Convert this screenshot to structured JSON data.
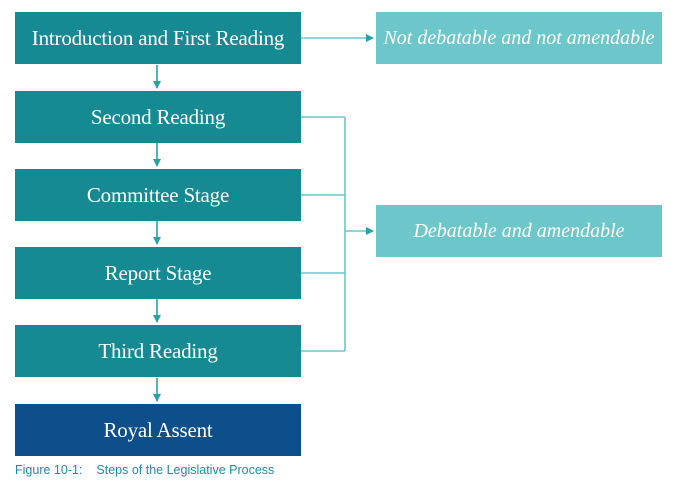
{
  "diagram": {
    "stages": [
      {
        "label": "Introduction and First Reading"
      },
      {
        "label": "Second Reading"
      },
      {
        "label": "Committee Stage"
      },
      {
        "label": "Report Stage"
      },
      {
        "label": "Third Reading"
      },
      {
        "label": "Royal Assent"
      }
    ],
    "notes": {
      "first_reading": "Not debatable and not amendable",
      "later_stages": "Debatable and amendable"
    },
    "colors": {
      "stage": "#168a92",
      "final_stage": "#0d4f8a",
      "note": "#6cc6ca",
      "connector": "#2aa0a8"
    }
  },
  "caption": {
    "number": "Figure 10-1:",
    "text": "Steps of the Legislative Process"
  }
}
